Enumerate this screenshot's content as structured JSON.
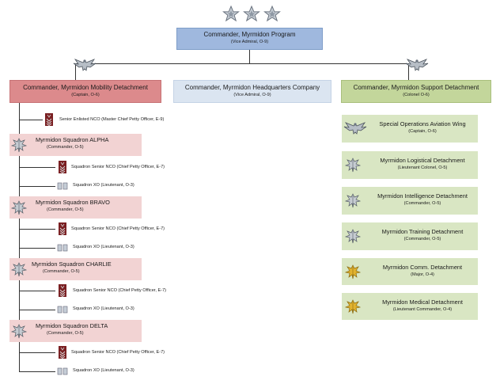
{
  "top": {
    "title": "Commander, Myrmidon Program",
    "rank": "(Vice Admiral, O-9)"
  },
  "mobility": {
    "title": "Commander, Myrmidon Mobility Detachment",
    "rank": "(Captain, O-6)"
  },
  "hq": {
    "title": "Commander, Myrmidon Headquarters Company",
    "rank": "(Vice Admiral, O-9)"
  },
  "support": {
    "title": "Commander, Myrmidon Support Detachment",
    "rank": "(Colonel O-6)"
  },
  "senior_enlisted": "Senior Enlisted NCO (Master Chief Petty Officer, E-9)",
  "squadrons": [
    {
      "name": "Myrmidon Squadron  ALPHA",
      "rank": "(Commander, O-5)",
      "nco": "Squadron Senior NCO (Chief Petty Officer, E-7)",
      "xo": "Squadron XO (Lieutenant, O-3)"
    },
    {
      "name": "Myrmidon Squadron  BRAVO",
      "rank": "(Commander, O-5)",
      "nco": "Squadron Senior NCO (Chief Petty Officer, E-7)",
      "xo": "Squadron XO (Lieutenant, O-3)"
    },
    {
      "name": "Myrmidon Squadron  CHARLIE",
      "rank": "(Commander,  O-5)",
      "nco": "Squadron  Senior NCO (Chief Petty Officer, E-7)",
      "xo": "Squadron XO (Lieutenant, O-3)"
    },
    {
      "name": "Myrmidon Squadron  DELTA",
      "rank": "(Commander,  O-5)",
      "nco": "Squadron  Senior NCO (Chief Petty Officer, E-7)",
      "xo": "Squadron XO (Lieutenant, O-3)"
    }
  ],
  "support_units": [
    {
      "name": "Special Operations  Aviation Wing",
      "rank": "(Captain, O-6)",
      "insignia": "eagle-icon"
    },
    {
      "name": "Myrmidon Logistical  Detachment",
      "rank": "(Lieutenant Colonel, O-5)",
      "insignia": "silver-oak-leaf-icon"
    },
    {
      "name": "Myrmidon Intelligence  Detachment",
      "rank": "(Commander,   O-5)",
      "insignia": "silver-oak-leaf-icon"
    },
    {
      "name": "Myrmidon Training  Detachment",
      "rank": "(Commander,  O-5)",
      "insignia": "silver-oak-leaf-icon"
    },
    {
      "name": "Myrmidon Comm.  Detachment",
      "rank": "(Major, O-4)",
      "insignia": "gold-oak-leaf-icon"
    },
    {
      "name": "Myrmidon Medical  Detachment",
      "rank": "(Lieutenant Commander,  O-4)",
      "insignia": "gold-oak-leaf-icon"
    }
  ],
  "colors": {
    "top": "#9fb8de",
    "mobility": "#dc8a8c",
    "hq": "#dbe5f1",
    "support": "#c3d69b",
    "squadron": "#f2d3d3",
    "support_unit": "#d9e6c3"
  }
}
